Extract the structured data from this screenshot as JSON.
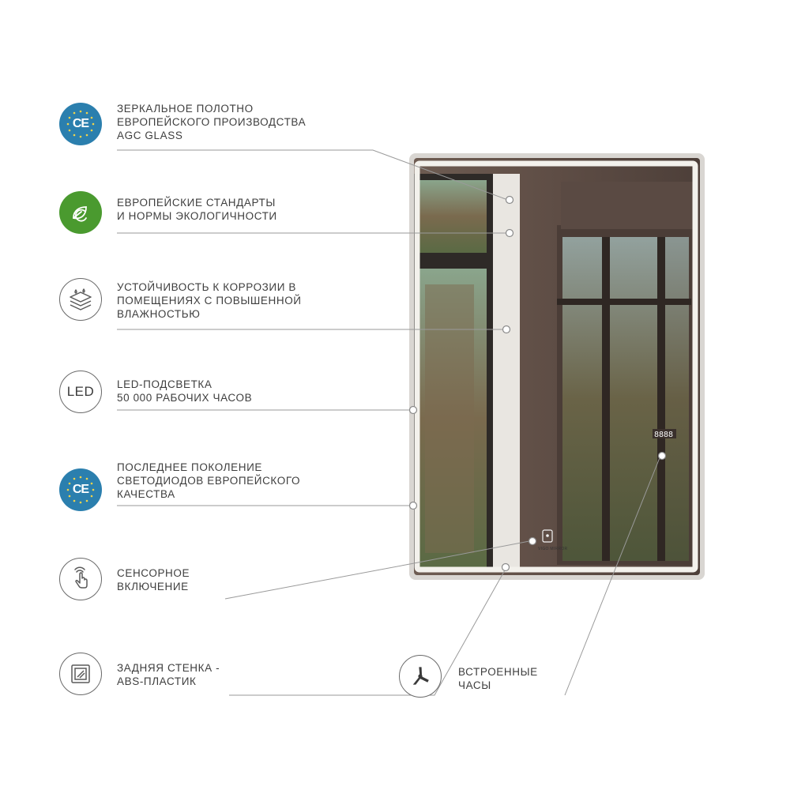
{
  "features": [
    {
      "id": "agc-glass",
      "text": "Зеркальное  полотно\nевропейского производства\nAGC GLASS",
      "icon": "ce-mark-icon",
      "icon_bg": "#2b7fae"
    },
    {
      "id": "eco",
      "text": "Европейские стандарты\nи нормы экологичности",
      "icon": "eco-leaf-icon",
      "icon_bg": "#4a9a2f"
    },
    {
      "id": "corrosion",
      "text": "Устойчивость к коррозии в\nпомещениях с повышенной\nвлажностью",
      "icon": "layers-drops-icon"
    },
    {
      "id": "led",
      "text": "LED-подсветка\n50 000 рабочих часов",
      "icon": "led-icon",
      "icon_label": "LED"
    },
    {
      "id": "diodes",
      "text": "Последнее поколение\nсветодиодов европейского\nкачества",
      "icon": "ce-mark-icon",
      "icon_bg": "#2b7fae"
    },
    {
      "id": "touch",
      "text": "Сенсорное\nвключение",
      "icon": "touch-hand-icon"
    },
    {
      "id": "abs",
      "text": "Задняя стенка -\nABS-пластик",
      "icon": "panel-frame-icon"
    },
    {
      "id": "clock",
      "text": "Встроенные\nчасы",
      "icon": "clock-hands-icon"
    }
  ],
  "ce_label": "CE",
  "mirror": {
    "brand": "VIGO MIRROR",
    "clock_display": "8888"
  },
  "colors": {
    "text": "#3e3e3e",
    "lines": "#9a9a9a",
    "blue": "#2b7fae",
    "green": "#4a9a2f"
  }
}
